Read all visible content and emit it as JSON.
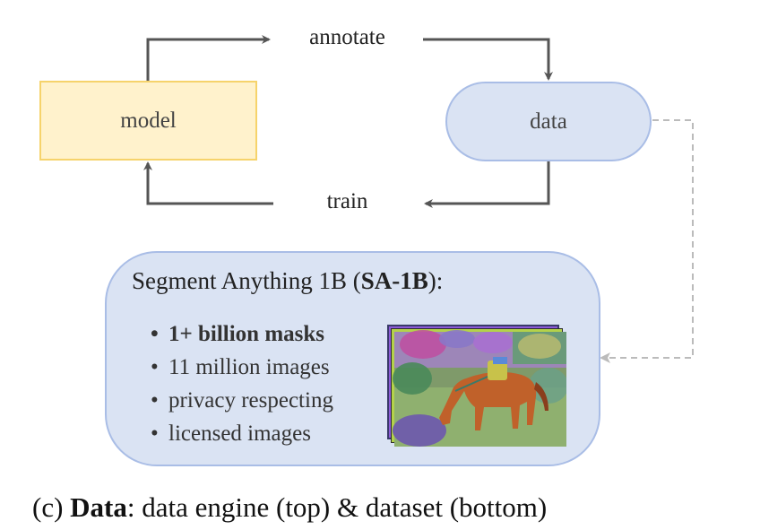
{
  "engine": {
    "model_label": "model",
    "data_label": "data",
    "annotate_label": "annotate",
    "train_label": "train"
  },
  "dataset": {
    "title_prefix": "Segment Anything 1B (",
    "title_bold": "SA-1B",
    "title_suffix": "):",
    "bullets": [
      {
        "text": "1+ billion masks",
        "bold": true
      },
      {
        "text": "11 million images",
        "bold": false
      },
      {
        "text": "privacy respecting",
        "bold": false
      },
      {
        "text": "licensed images",
        "bold": false
      }
    ],
    "bullet_glyph": "•"
  },
  "caption": {
    "prefix": "(c) ",
    "bold": "Data",
    "suffix": ": data engine (top) & dataset (bottom)"
  },
  "colors": {
    "model_fill": "#fff2cc",
    "model_border": "#f6d36b",
    "data_fill": "#dae3f3",
    "data_border": "#a9bde6",
    "arrow": "#555555",
    "dashed_arrow": "#bbbbbb"
  }
}
